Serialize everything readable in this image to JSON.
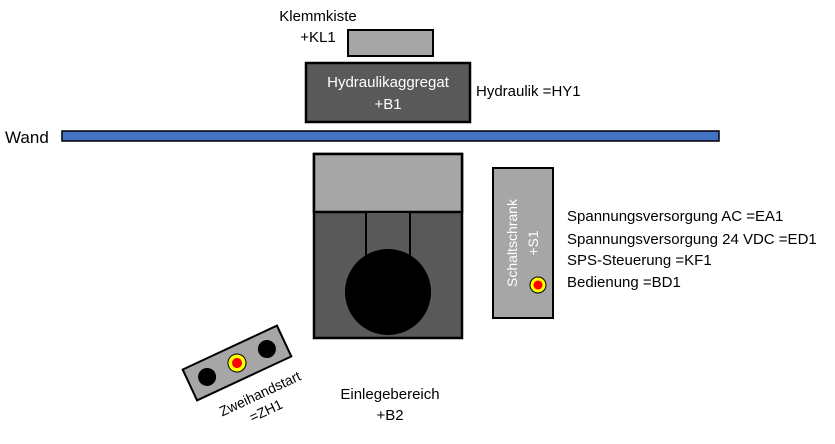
{
  "labels": {
    "klemmkiste_title": "Klemmkiste",
    "klemmkiste_id": "+KL1",
    "hydraulik_title": "Hydraulikaggregat",
    "hydraulik_id": "+B1",
    "hydraulik_function": "Hydraulik =HY1",
    "wall": "Wand",
    "schaltschrank_title": "Schaltschrank",
    "schaltschrank_id": "+S1",
    "einlege_title": "Einlegebereich",
    "einlege_id": "+B2",
    "zweihand_title": "Zweihandstart",
    "zweihand_id": "=ZH1"
  },
  "functions": [
    "Spannungsversorgung AC =EA1",
    "Spannungsversorgung 24 VDC =ED1",
    "SPS-Steuerung =KF1",
    "Bedienung =BD1"
  ],
  "colors": {
    "wall_fill": "#4472c4",
    "dark_gray": "#595959",
    "mid_gray": "#a6a6a6",
    "black": "#000000",
    "button_yellow": "#ffff00",
    "button_red": "#ff0000"
  }
}
